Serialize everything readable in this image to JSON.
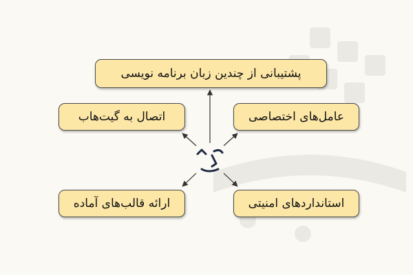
{
  "diagram": {
    "center_icon": "copilot-face-icon",
    "nodes": {
      "top": "پشتیبانی از چندین زبان برنامه نویسی",
      "left_upper": "اتصال به گیت‌هاب",
      "right_upper": "عامل‌های اختصاصی",
      "left_lower": "ارائه قالب‌های آماده",
      "right_lower": "استانداردهای امنیتی"
    },
    "colors": {
      "background": "#fbf9f3",
      "node_fill": "#fde7a7",
      "node_border": "#4a4a4a",
      "arrow": "#333333"
    }
  }
}
